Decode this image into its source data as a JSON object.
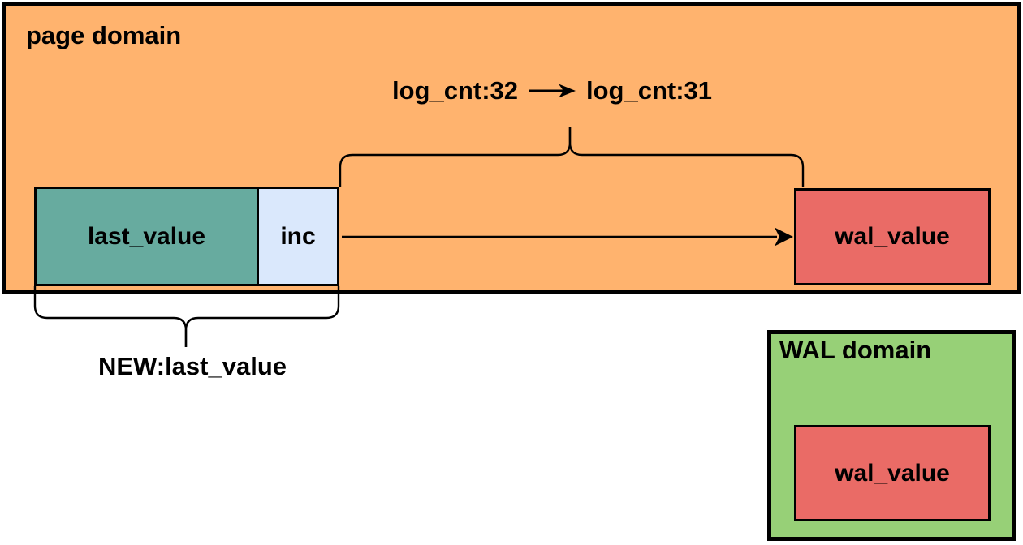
{
  "colors": {
    "canvas_bg": "#ffffff",
    "page_domain_fill": "#ffb36e",
    "wal_domain_fill": "#97d077",
    "last_value_fill": "#67ab9f",
    "inc_fill": "#dae8fc",
    "wal_value_fill": "#ea6b66",
    "stroke": "#000000"
  },
  "page_domain": {
    "label": "page domain",
    "boxes": {
      "last_value": {
        "label": "last_value"
      },
      "inc": {
        "label": "inc"
      },
      "wal_value": {
        "label": "wal_value"
      }
    }
  },
  "wal_domain": {
    "label": "WAL domain",
    "boxes": {
      "wal_value": {
        "label": "wal_value"
      }
    }
  },
  "annotations": {
    "log_cnt_from": "log_cnt:32",
    "log_cnt_to": "log_cnt:31",
    "new_last_value": "NEW:last_value"
  }
}
